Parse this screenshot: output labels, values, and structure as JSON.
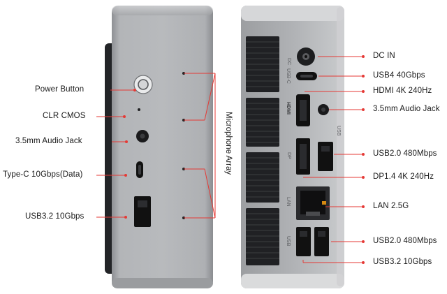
{
  "left_labels": {
    "power_button": "Power Button",
    "clr_cmos": "CLR CMOS",
    "audio_jack": "3.5mm Audio Jack",
    "type_c": "Type-C 10Gbps(Data)",
    "usb32": "USB3.2 10Gbps"
  },
  "mic_label": "Microphone Array",
  "right_labels": {
    "dc_in": "DC IN",
    "usb4": "USB4 40Gbps",
    "hdmi": "HDMI 4K 240Hz",
    "audio_jack": "3.5mm Audio Jack",
    "usb20_top": "USB2.0 480Mbps",
    "dp": "DP1.4 4K 240Hz",
    "lan": "LAN 2.5G",
    "usb20_bottom": "USB2.0 480Mbps",
    "usb32": "USB3.2 10Gbps"
  },
  "device_marks": {
    "dc": "DC",
    "usbc": "USB-C",
    "hdmi": "HDMI",
    "usb_side": "USB",
    "dp": "DP",
    "lan": "LAN",
    "usb_bottom": "USB"
  },
  "colors": {
    "callout_line": "#e53935",
    "chassis": "#a9abae",
    "chassis_dark": "#2c2d30",
    "port": "#111111"
  }
}
